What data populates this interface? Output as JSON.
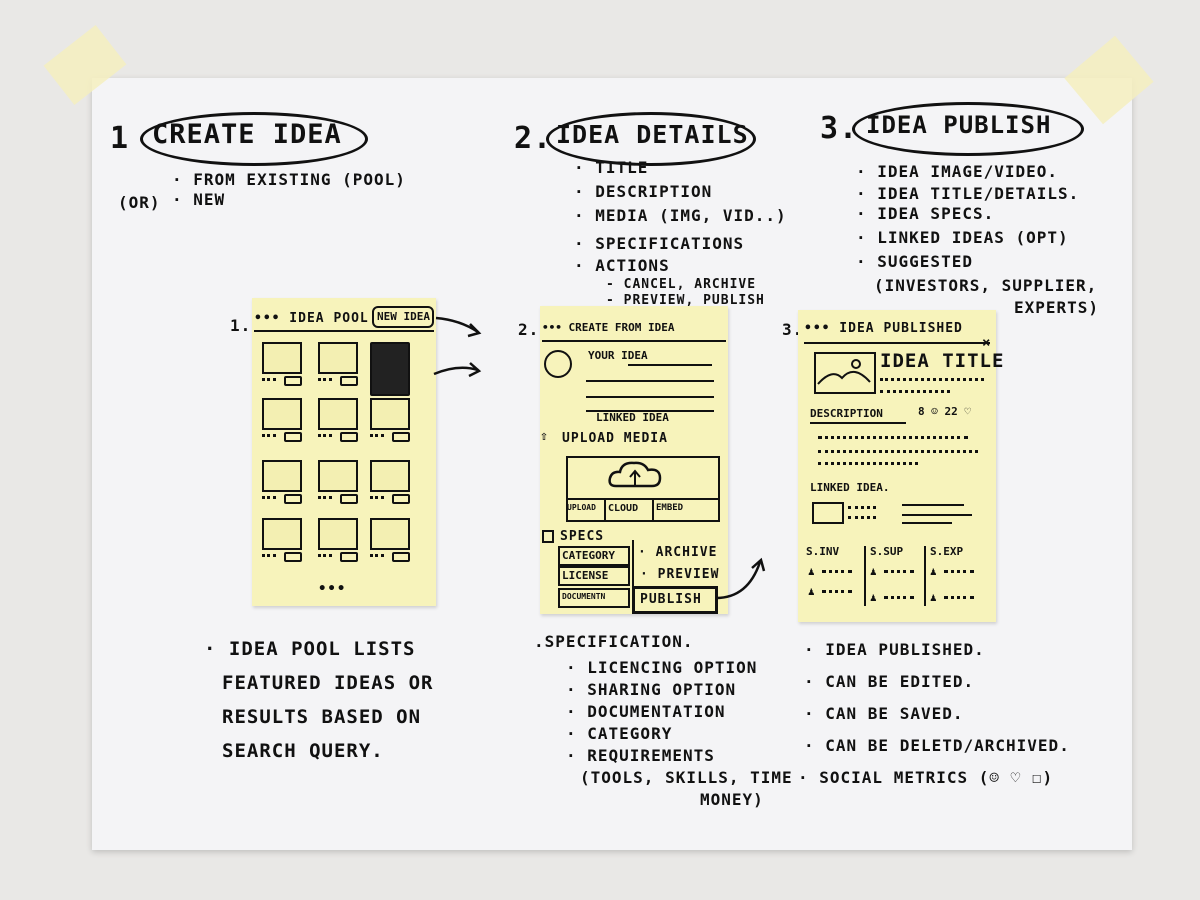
{
  "columns": [
    {
      "number": "1",
      "heading": "CREATE IDEA",
      "items": [
        "· FROM EXISTING (POOL)",
        "· NEW"
      ],
      "or_label": "(OR)"
    },
    {
      "number": "2.",
      "heading": "IDEA DETAILS",
      "items": [
        "· TITLE",
        "· DESCRIPTION",
        "· MEDIA (IMG, VID..)",
        "· SPECIFICATIONS",
        "· ACTIONS"
      ],
      "sub_items": [
        "- CANCEL, ARCHIVE",
        "- PREVIEW, PUBLISH"
      ]
    },
    {
      "number": "3.",
      "heading": "IDEA PUBLISH",
      "items": [
        "· IDEA IMAGE/VIDEO.",
        "· IDEA TITLE/DETAILS.",
        "· IDEA SPECS.",
        "· LINKED IDEAS (OPT)",
        "· SUGGESTED"
      ],
      "sub_items": [
        "(INVESTORS, SUPPLIER,",
        "EXPERTS)"
      ]
    }
  ],
  "sticky1": {
    "number": "1.",
    "title": "••• IDEA POOL",
    "button": "NEW IDEA",
    "pager": "•••"
  },
  "sticky2": {
    "number": "2.",
    "title": "••• CREATE FROM IDEA",
    "your_idea": "YOUR IDEA",
    "linked_idea": "LINKED IDEA",
    "upload_media": "UPLOAD MEDIA",
    "upload_buttons": [
      "UPLOAD",
      "CLOUD",
      "EMBED"
    ],
    "specs": "SPECS",
    "spec_buttons": [
      "CATEGORY",
      "LICENSE",
      "DOCUMENTN"
    ],
    "actions": [
      "· ARCHIVE",
      "· PREVIEW"
    ],
    "publish": "PUBLISH"
  },
  "sticky3": {
    "number": "3.",
    "title": "••• IDEA PUBLISHED",
    "close": "×",
    "idea_title": "IDEA TITLE",
    "description": "DESCRIPTION",
    "metrics": "8 ☺ 22 ♡",
    "linked_idea": "LINKED IDEA.",
    "suggest_cols": [
      "S.INV",
      "S.SUP",
      "S.EXP"
    ]
  },
  "notes": {
    "col1": [
      "· IDEA POOL LISTS",
      "FEATURED IDEAS OR",
      "RESULTS BASED ON",
      "SEARCH QUERY."
    ],
    "col2_head": ".SPECIFICATION.",
    "col2": [
      "· LICENCING OPTION",
      "· SHARING OPTION",
      "· DOCUMENTATION",
      "· CATEGORY",
      "· REQUIREMENTS",
      "(TOOLS, SKILLS, TIME",
      "MONEY)"
    ],
    "col3": [
      "· IDEA PUBLISHED.",
      "· CAN BE EDITED.",
      "· CAN BE SAVED.",
      "· CAN BE DELETD/ARCHIVED.",
      "· SOCIAL METRICS (☺ ♡ ☐)"
    ]
  }
}
